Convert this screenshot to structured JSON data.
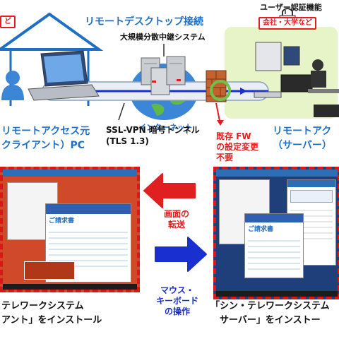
{
  "top": {
    "left_tag": "ど",
    "title": "リモートデスクトップ接続",
    "relay": "大規模分散中継システム",
    "auth": "ユーザー認証機能",
    "org_tag": "会社・大学など",
    "internet": "インターネット",
    "client_label_1": "リモートアクセス元",
    "client_label_2": "クライアント）PC",
    "server_label_1": "リモートアク",
    "server_label_2": "（サーバー）",
    "ssl_1": "SSL-VPN 暗号トンネル",
    "ssl_2": "(TLS 1.3)",
    "fw_1": "既存 FW",
    "fw_2": "の設定変更",
    "fw_3": "不要"
  },
  "middle": {
    "transfer_1": "画面の",
    "transfer_2": "転送",
    "ops_1": "マウス・",
    "ops_2": "キーボード",
    "ops_3": "の操作",
    "left_doc_title": "ご請求書",
    "right_doc_title": "ご請求書"
  },
  "bottom": {
    "left_1": "テレワークシステム",
    "left_2": "アント」をインストール",
    "right_1": "「シン・テレワークシステム",
    "right_2": "サーバー」をインストー"
  },
  "colors": {
    "blue": "#1f6fc5",
    "red": "#e02020",
    "dark_blue_arrow": "#1a2fd0",
    "green_zone": "#e6f4c8"
  }
}
